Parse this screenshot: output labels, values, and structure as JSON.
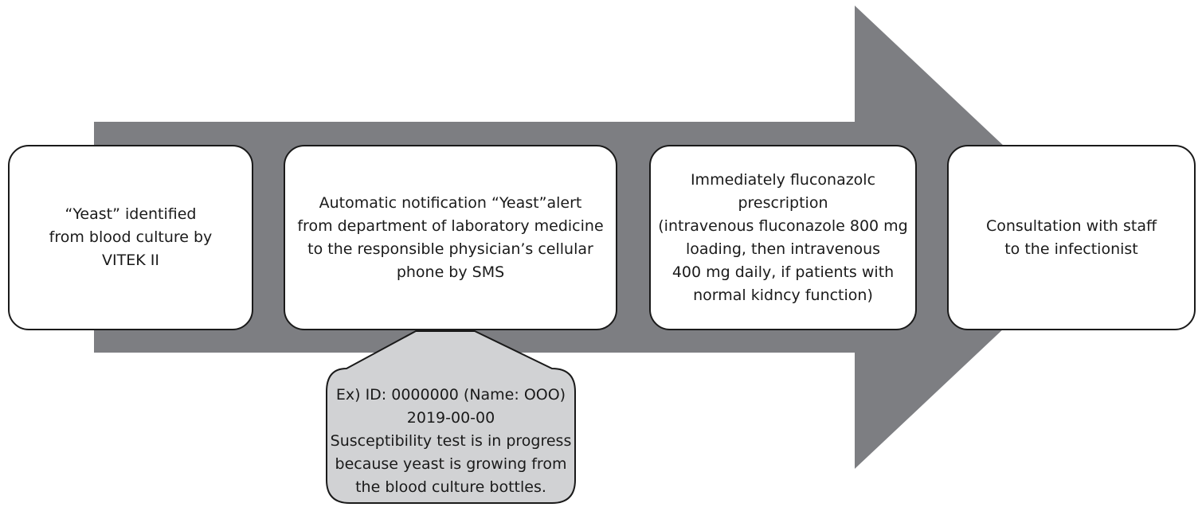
{
  "diagram": {
    "arrow_color": "#7d7e82",
    "callout_fill": "#d1d2d4",
    "steps": [
      {
        "text": "“Yeast” identified\nfrom blood culture by\nVITEK  II"
      },
      {
        "text": "Automatic notification “Yeast”alert\nfrom department of laboratory medicine\nto the responsible physician’s cellular\nphone by SMS"
      },
      {
        "text": "Immediately fluconazolc\nprescription\n(intravenous fluconazole 800 mg\nloading, then intravenous\n400 mg daily, if patients with\nnormal kidncy function)"
      },
      {
        "text": "Consultation with staff\nto the infectionist"
      }
    ],
    "callout": {
      "text": "Ex) ID: 0000000 (Name: OOO)\n2019-00-00\nSusceptibility test is in progress\nbecause yeast is growing from\nthe blood culture bottles."
    }
  }
}
